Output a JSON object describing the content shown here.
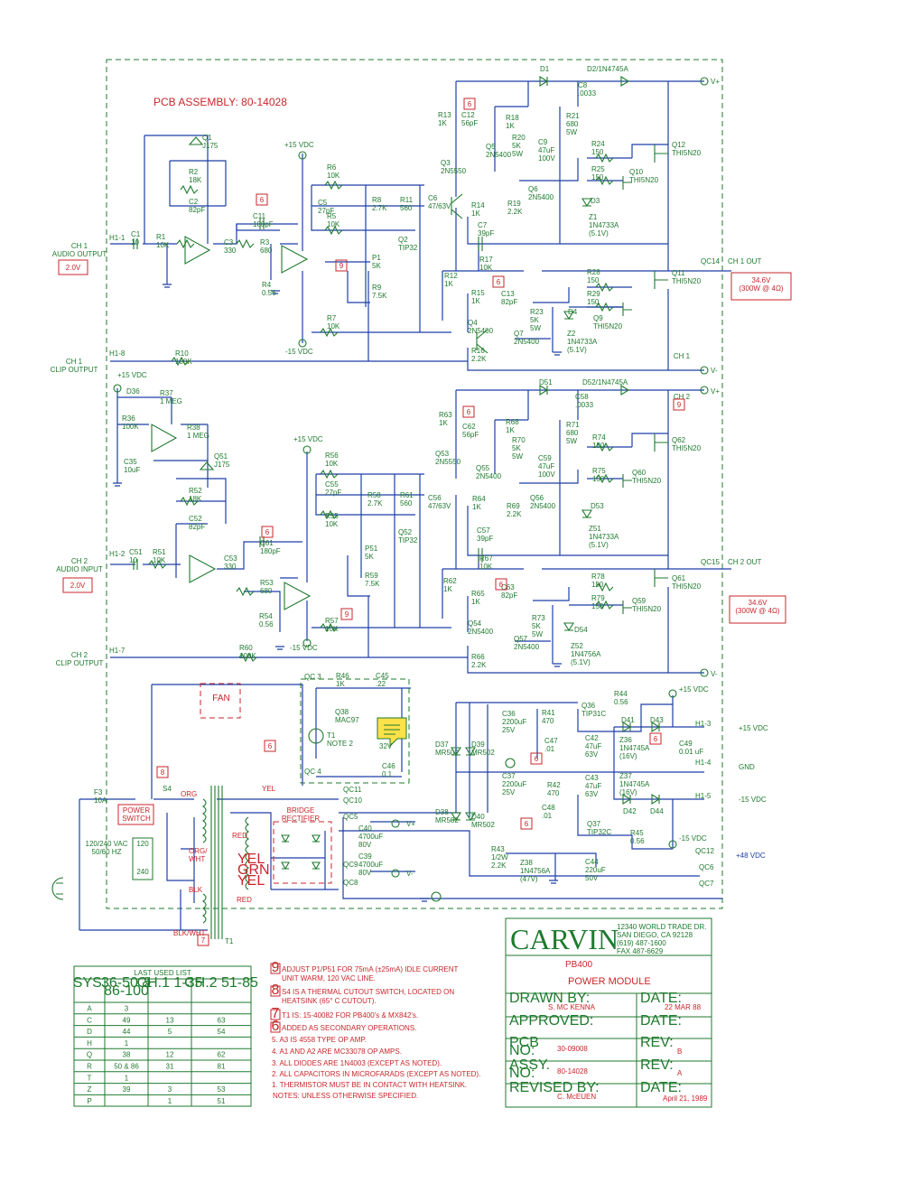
{
  "assembly_label": "PCB ASSEMBLY:  80-14028",
  "channels": {
    "ch1_audio_output": "CH 1\nAUDIO OUTPUT",
    "ch1_audio_output_level": "2.0V",
    "ch1_clip_output": "CH 1\nCLIP OUTPUT",
    "ch2_audio_input": "CH 2\nAUDIO INPUT",
    "ch2_audio_input_level": "2.0V",
    "ch2_clip_output": "CH 2\nCLIP OUTPUT",
    "ch1_out": "CH 1 OUT",
    "ch2_out": "CH 2 OUT",
    "ch1_out_power": "34.6V\n(300W @ 4Ω)",
    "ch2_out_power": "34.6V\n(300W @ 4Ω)",
    "ch1_label": "CH 1",
    "ch2_label": "CH 2"
  },
  "headers": [
    "H1-1",
    "H1-8",
    "H1-2",
    "H1-7",
    "H1-3",
    "H1-4",
    "H1-5"
  ],
  "connectors": [
    "QC14",
    "QC15",
    "QC 3",
    "QC 4",
    "QC11",
    "QC10",
    "QC5",
    "QC9",
    "QC8",
    "QC12",
    "QC6",
    "QC7"
  ],
  "rails": {
    "vplus": "V+",
    "vminus": "V-",
    "p15": "+15 VDC",
    "m15": "-15 VDC",
    "gnd": "GND",
    "p48": "+48 VDC"
  },
  "components_top": [
    {
      "ref": "Q1",
      "val": "J175"
    },
    {
      "ref": "R2",
      "val": "18K"
    },
    {
      "ref": "C2",
      "val": "82pF"
    },
    {
      "ref": "C1",
      "val": "10"
    },
    {
      "ref": "R1",
      "val": "10K"
    },
    {
      "ref": "C3",
      "val": "330"
    },
    {
      "ref": "C11",
      "val": "180pF"
    },
    {
      "ref": "R3",
      "val": "680"
    },
    {
      "ref": "R4",
      "val": "0.56"
    },
    {
      "ref": "R6",
      "val": "10K"
    },
    {
      "ref": "C5",
      "val": "27pF"
    },
    {
      "ref": "R5",
      "val": "10K"
    },
    {
      "ref": "R8",
      "val": "2.7K"
    },
    {
      "ref": "R11",
      "val": "560"
    },
    {
      "ref": "C6",
      "val": "47/63V"
    },
    {
      "ref": "Q2",
      "val": "TIP32"
    },
    {
      "ref": "P1",
      "val": "5K"
    },
    {
      "ref": "R9",
      "val": "7.5K"
    },
    {
      "ref": "R7",
      "val": "10K"
    },
    {
      "ref": "R10",
      "val": "100K"
    },
    {
      "ref": "Q3",
      "val": "2N5550"
    },
    {
      "ref": "R13",
      "val": "1K"
    },
    {
      "ref": "C12",
      "val": "56pF"
    },
    {
      "ref": "R18",
      "val": "1K"
    },
    {
      "ref": "Q5",
      "val": "2N5400"
    },
    {
      "ref": "R20",
      "val": "5K\n5W"
    },
    {
      "ref": "C9",
      "val": "47uF\n100V"
    },
    {
      "ref": "R21",
      "val": "680\n5W"
    },
    {
      "ref": "C8",
      "val": ".0033"
    },
    {
      "ref": "D1",
      "val": ""
    },
    {
      "ref": "D2",
      "val": "1N4745A"
    },
    {
      "ref": "R24",
      "val": "150"
    },
    {
      "ref": "R25",
      "val": "150"
    },
    {
      "ref": "Q12",
      "val": "THI5N20"
    },
    {
      "ref": "Q10",
      "val": "THI5N20"
    },
    {
      "ref": "D3",
      "val": ""
    },
    {
      "ref": "Z1",
      "val": "1N4733A\n(5.1V)"
    },
    {
      "ref": "Q6",
      "val": "2N5400"
    },
    {
      "ref": "R14",
      "val": "1K"
    },
    {
      "ref": "R19",
      "val": "2.2K"
    },
    {
      "ref": "C7",
      "val": "39pF"
    },
    {
      "ref": "R17",
      "val": "10K"
    },
    {
      "ref": "R12",
      "val": "1K"
    },
    {
      "ref": "R15",
      "val": "1K"
    },
    {
      "ref": "C13",
      "val": "82pF"
    },
    {
      "ref": "R28",
      "val": "150"
    },
    {
      "ref": "R29",
      "val": "150"
    },
    {
      "ref": "Q11",
      "val": "THI5N20"
    },
    {
      "ref": "Q9",
      "val": "THI5N20"
    },
    {
      "ref": "R23",
      "val": "5K\n5W"
    },
    {
      "ref": "D4",
      "val": ""
    },
    {
      "ref": "Z2",
      "val": "1N4733A\n(5.1V)"
    },
    {
      "ref": "Q4",
      "val": "2N5400"
    },
    {
      "ref": "Q7",
      "val": "2N5400"
    },
    {
      "ref": "R16",
      "val": "2.2K"
    }
  ],
  "components_mid": [
    {
      "ref": "D36",
      "val": ""
    },
    {
      "ref": "R37",
      "val": "1 MEG"
    },
    {
      "ref": "R36",
      "val": "100K"
    },
    {
      "ref": "R38",
      "val": "1 MEG"
    },
    {
      "ref": "C35",
      "val": "10uF"
    },
    {
      "ref": "Q51",
      "val": "J175"
    },
    {
      "ref": "R52",
      "val": "18K"
    },
    {
      "ref": "C52",
      "val": "82pF"
    },
    {
      "ref": "C51",
      "val": "10"
    },
    {
      "ref": "R51",
      "val": "10K"
    },
    {
      "ref": "C53",
      "val": "330"
    },
    {
      "ref": "C61",
      "val": "180pF"
    },
    {
      "ref": "R53",
      "val": "680"
    },
    {
      "ref": "R54",
      "val": "0.56"
    },
    {
      "ref": "R56",
      "val": "10K"
    },
    {
      "ref": "C55",
      "val": "27pF"
    },
    {
      "ref": "R55",
      "val": "10K"
    },
    {
      "ref": "R58",
      "val": "2.7K"
    },
    {
      "ref": "R61",
      "val": "560"
    },
    {
      "ref": "C56",
      "val": "47/63V"
    },
    {
      "ref": "P51",
      "val": "5K"
    },
    {
      "ref": "Q52",
      "val": "TIP32"
    },
    {
      "ref": "R59",
      "val": "7.5K"
    },
    {
      "ref": "R57",
      "val": "10K"
    },
    {
      "ref": "R60",
      "val": "100K"
    },
    {
      "ref": "Q53",
      "val": "2N5550"
    },
    {
      "ref": "R63",
      "val": "1K"
    },
    {
      "ref": "C62",
      "val": "56pF"
    },
    {
      "ref": "R68",
      "val": "1K"
    },
    {
      "ref": "Q55",
      "val": "2N5400"
    },
    {
      "ref": "R70",
      "val": "5K\n5W"
    },
    {
      "ref": "C59",
      "val": "47uF\n100V"
    },
    {
      "ref": "R71",
      "val": "680\n5W"
    },
    {
      "ref": "C58",
      "val": ".0033"
    },
    {
      "ref": "D51",
      "val": ""
    },
    {
      "ref": "D52",
      "val": "1N4745A"
    },
    {
      "ref": "R74",
      "val": "150"
    },
    {
      "ref": "R75",
      "val": "150"
    },
    {
      "ref": "Q62",
      "val": "THI5N20"
    },
    {
      "ref": "Q60",
      "val": "THI5N20"
    },
    {
      "ref": "D53",
      "val": ""
    },
    {
      "ref": "Z51",
      "val": "1N4733A\n(5.1V)"
    },
    {
      "ref": "Q56",
      "val": "2N5400"
    },
    {
      "ref": "R64",
      "val": "1K"
    },
    {
      "ref": "R69",
      "val": "2.2K"
    },
    {
      "ref": "C57",
      "val": "39pF"
    },
    {
      "ref": "R67",
      "val": "10K"
    },
    {
      "ref": "R62",
      "val": "1K"
    },
    {
      "ref": "R65",
      "val": "1K"
    },
    {
      "ref": "C63",
      "val": "82pF"
    },
    {
      "ref": "R78",
      "val": "150"
    },
    {
      "ref": "R79",
      "val": "150"
    },
    {
      "ref": "Q61",
      "val": "THI5N20"
    },
    {
      "ref": "Q59",
      "val": "THI5N20"
    },
    {
      "ref": "R73",
      "val": "5K\n5W"
    },
    {
      "ref": "D54",
      "val": ""
    },
    {
      "ref": "Z52",
      "val": "1N4756A\n(5.1V)"
    },
    {
      "ref": "Q54",
      "val": "2N5400"
    },
    {
      "ref": "Q57",
      "val": "2N5400"
    },
    {
      "ref": "R66",
      "val": "2.2K"
    }
  ],
  "components_psu": [
    {
      "ref": "R46",
      "val": "1K"
    },
    {
      "ref": "C45",
      "val": ".22"
    },
    {
      "ref": "Q38",
      "val": "MAC97"
    },
    {
      "ref": "T1",
      "val": "NOTE 2"
    },
    {
      "ref": "C46",
      "val": "0.1"
    },
    {
      "ref": "thermistor_note",
      "val": "32V"
    },
    {
      "ref": "F3",
      "val": "10A"
    },
    {
      "ref": "S4",
      "val": ""
    },
    {
      "ref": "D37",
      "val": "MR502"
    },
    {
      "ref": "D39",
      "val": "MR502"
    },
    {
      "ref": "D38",
      "val": "MR502"
    },
    {
      "ref": "D40",
      "val": "MR502"
    },
    {
      "ref": "C36",
      "val": "2200uF\n25V"
    },
    {
      "ref": "C37",
      "val": "2200uF\n25V"
    },
    {
      "ref": "R41",
      "val": "470"
    },
    {
      "ref": "R42",
      "val": "470"
    },
    {
      "ref": "C47",
      "val": ".01"
    },
    {
      "ref": "C48",
      "val": ".01"
    },
    {
      "ref": "C42",
      "val": "47uF\n63V"
    },
    {
      "ref": "C43",
      "val": "47uF\n63V"
    },
    {
      "ref": "Q36",
      "val": "TIP31C"
    },
    {
      "ref": "Q37",
      "val": "TIP32C"
    },
    {
      "ref": "R44",
      "val": "0.56"
    },
    {
      "ref": "R45",
      "val": "0.56"
    },
    {
      "ref": "D41",
      "val": ""
    },
    {
      "ref": "D43",
      "val": ""
    },
    {
      "ref": "D42",
      "val": ""
    },
    {
      "ref": "D44",
      "val": ""
    },
    {
      "ref": "Z36",
      "val": "1N4745A\n(16V)"
    },
    {
      "ref": "Z37",
      "val": "1N4745A\n(16V)"
    },
    {
      "ref": "C49",
      "val": "0.01 uF"
    },
    {
      "ref": "C40",
      "val": "4700uF\n80V"
    },
    {
      "ref": "C39",
      "val": "4700uF\n80V"
    },
    {
      "ref": "R43",
      "val": "1/2W\n2.2K"
    },
    {
      "ref": "Z38",
      "val": "1N4756A\n(47V)"
    },
    {
      "ref": "C44",
      "val": "220uF\n50V"
    }
  ],
  "psu_labels": {
    "fan": "FAN",
    "bridge": "BRIDGE\nRECTIFIER",
    "power_switch": "POWER\nSWITCH",
    "mains": "120/240 VAC\n50/60 HZ",
    "v120": "120",
    "v240": "240",
    "org": "ORG",
    "orgwht": "ORG/\nWHT",
    "blk": "BLK",
    "blkwht": "BLK/WHT",
    "yel": "YEL",
    "red": "RED",
    "grn": "GRN",
    "t1": "T1",
    "vp": "V+",
    "vm": "V-"
  },
  "note_markers": [
    "6",
    "9",
    "8",
    "7"
  ],
  "last_used": {
    "title": "LAST USED LIST",
    "headers": [
      "SYS.",
      "36-50 &\n86-100",
      "CH.1 1-35",
      "CH.2 51-85"
    ],
    "rows": [
      [
        "A",
        "3",
        "",
        ""
      ],
      [
        "C",
        "49",
        "13",
        "63"
      ],
      [
        "D",
        "44",
        "5",
        "54"
      ],
      [
        "H",
        "1",
        "",
        ""
      ],
      [
        "Q",
        "38",
        "12",
        "62"
      ],
      [
        "R",
        "50 & 86",
        "31",
        "81"
      ],
      [
        "T",
        "1",
        "",
        ""
      ],
      [
        "Z",
        "39",
        "3",
        "53"
      ],
      [
        "P",
        "",
        "1",
        "51"
      ]
    ]
  },
  "notes": [
    {
      "num": "9",
      "text": "ADJUST P1/P51 FOR 75mA (±25mA) IDLE CURRENT\nUNIT WARM, 120 VAC LINE."
    },
    {
      "num": "8",
      "text": "S4 IS A THERMAL CUTOUT SWITCH, LOCATED ON\nHEATSINK (65° C CUTOUT)."
    },
    {
      "num": "7",
      "text": "T1 IS:  15-40082 FOR PB400's & MX842's."
    },
    {
      "num": "6",
      "text": "ADDED AS SECONDARY OPERATIONS."
    },
    {
      "num": "",
      "text": "5.  A3 IS 4558 TYPE OP AMP."
    },
    {
      "num": "",
      "text": "4.  A1 AND A2 ARE MC33078 OP AMPS."
    },
    {
      "num": "",
      "text": "3.  ALL DIODES ARE 1N4003 (EXCEPT AS NOTED)."
    },
    {
      "num": "",
      "text": "2.  ALL CAPACITORS IN MICROFARADS (EXCEPT AS NOTED)."
    },
    {
      "num": "",
      "text": "1.  THERMISTOR MUST BE IN CONTACT WITH HEATSINK."
    }
  ],
  "notes_footer": "NOTES:  UNLESS OTHERWISE SPECIFIED.",
  "title_block": {
    "logo": "CARVIN",
    "address": "12340 WORLD TRADE DR.\nSAN DIEGO, CA  92128\n(619) 487-1600\nFAX 487-6629",
    "model": "PB400",
    "name": "POWER MODULE",
    "drawn_by_label": "DRAWN BY:",
    "drawn_by": "S.  MC KENNA",
    "date_label": "DATE:",
    "drawn_date": "22 MAR 88",
    "approved_label": "APPROVED:",
    "pcb_no_label": "PCB\nNO:",
    "pcb_no": "30-09008",
    "rev_label": "REV:",
    "pcb_rev": "B",
    "assy_no_label": "ASSY.\nNO:",
    "assy_no": "80-14028",
    "assy_rev": "A",
    "revised_by_label": "REVISED BY:",
    "revised_by": "C. McEUEN",
    "revised_date": "April 21, 1989"
  },
  "colors": {
    "wire": "#1d3fa8",
    "component": "#1f7a2e",
    "annotation": "#c8262b"
  }
}
